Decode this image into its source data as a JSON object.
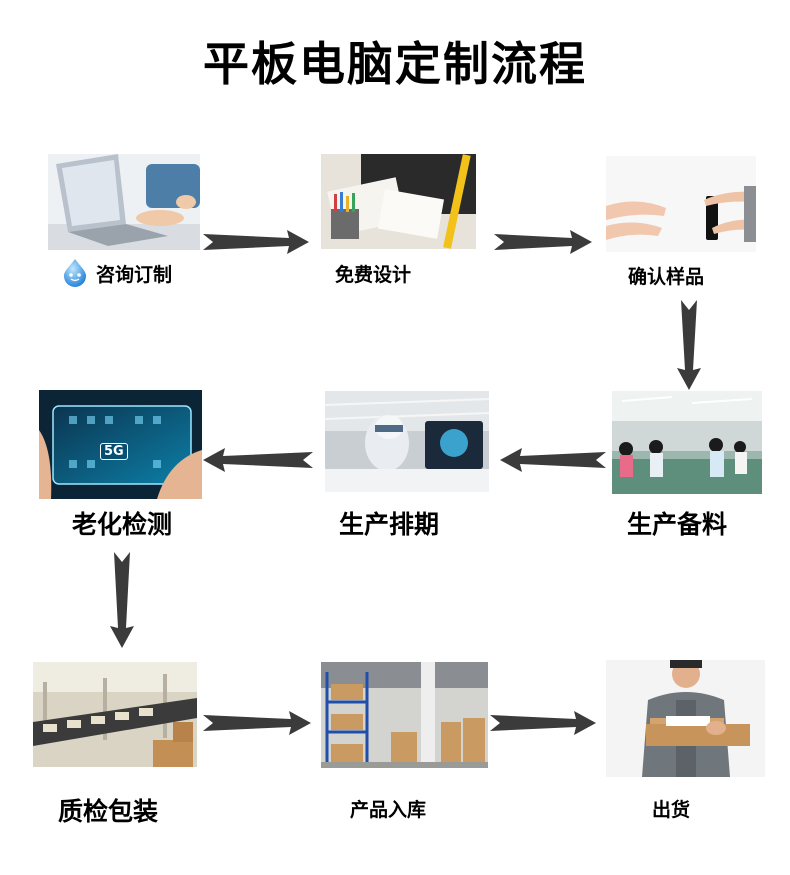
{
  "title": "平板电脑定制流程",
  "steps": [
    {
      "label": "咨询订制",
      "icon": "chat-drop-icon"
    },
    {
      "label": "免费设计"
    },
    {
      "label": "确认样品"
    },
    {
      "label": "生产备料"
    },
    {
      "label": "生产排期"
    },
    {
      "label": "老化检测",
      "badge": "5G"
    },
    {
      "label": "质检包装"
    },
    {
      "label": "产品入库"
    },
    {
      "label": "出货"
    }
  ]
}
